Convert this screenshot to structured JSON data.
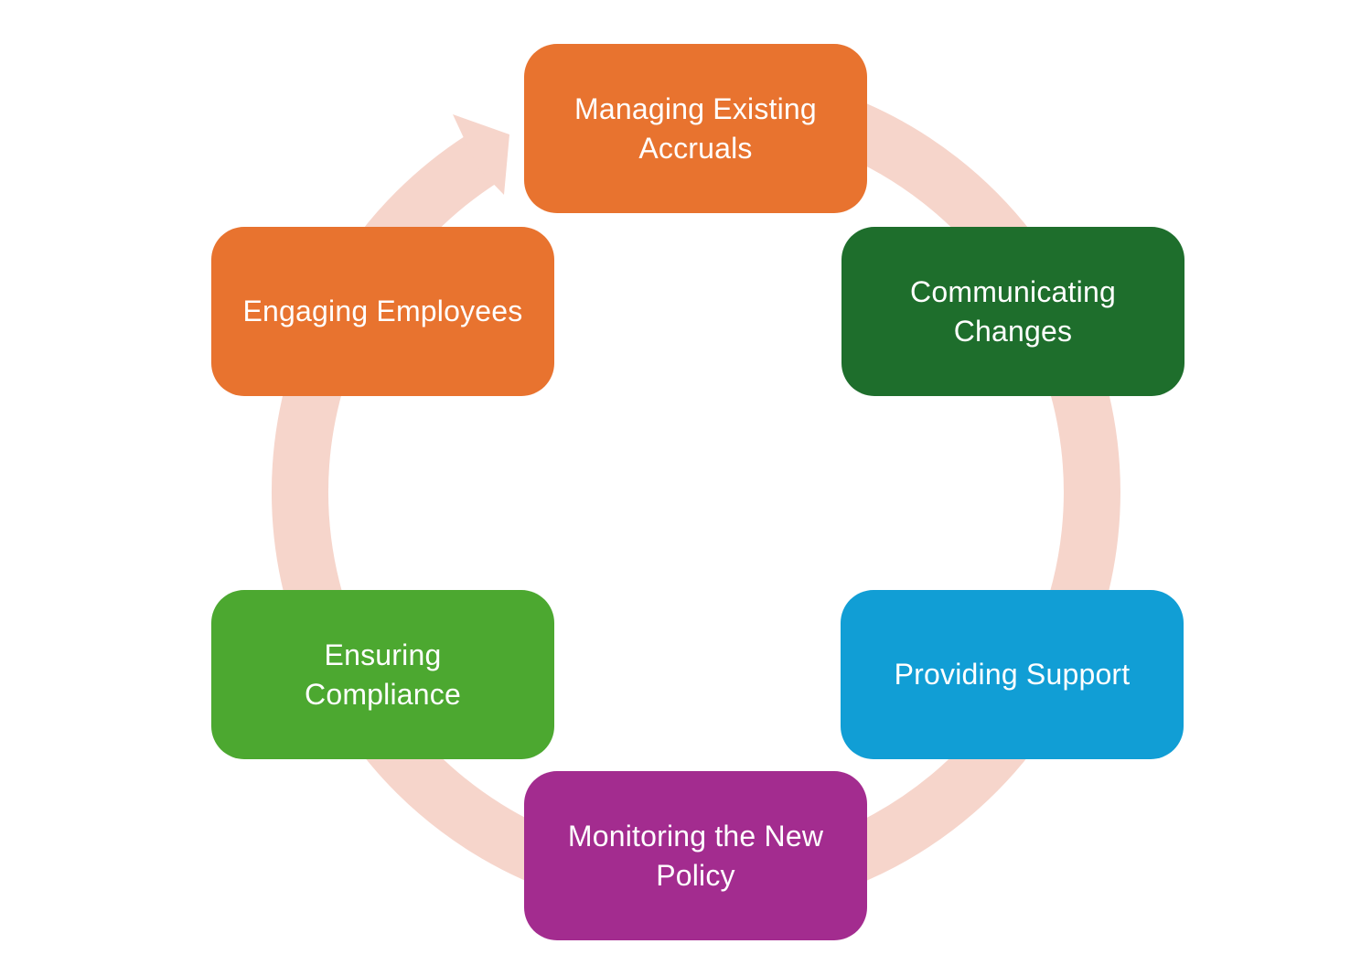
{
  "diagram": {
    "type": "cycle",
    "direction": "clockwise",
    "background_color": "#FFFFFF",
    "text_color": "#FFFFFF",
    "ring": {
      "description": "circular-cycle-arrow",
      "color": "#F6D5CB"
    },
    "steps": [
      {
        "id": 1,
        "position": "top",
        "label": "Managing Existing\nAccruals",
        "color": "#E8732F"
      },
      {
        "id": 2,
        "position": "top-right",
        "label": "Communicating\nChanges",
        "color": "#1E6E2C"
      },
      {
        "id": 3,
        "position": "bottom-right",
        "label": "Providing Support",
        "color": "#119ED5"
      },
      {
        "id": 4,
        "position": "bottom",
        "label": "Monitoring the New\nPolicy",
        "color": "#A32C8F"
      },
      {
        "id": 5,
        "position": "bottom-left",
        "label": "Ensuring\nCompliance",
        "color": "#4CA830"
      },
      {
        "id": 6,
        "position": "top-left",
        "label": "Engaging Employees",
        "color": "#E8732F"
      }
    ]
  }
}
